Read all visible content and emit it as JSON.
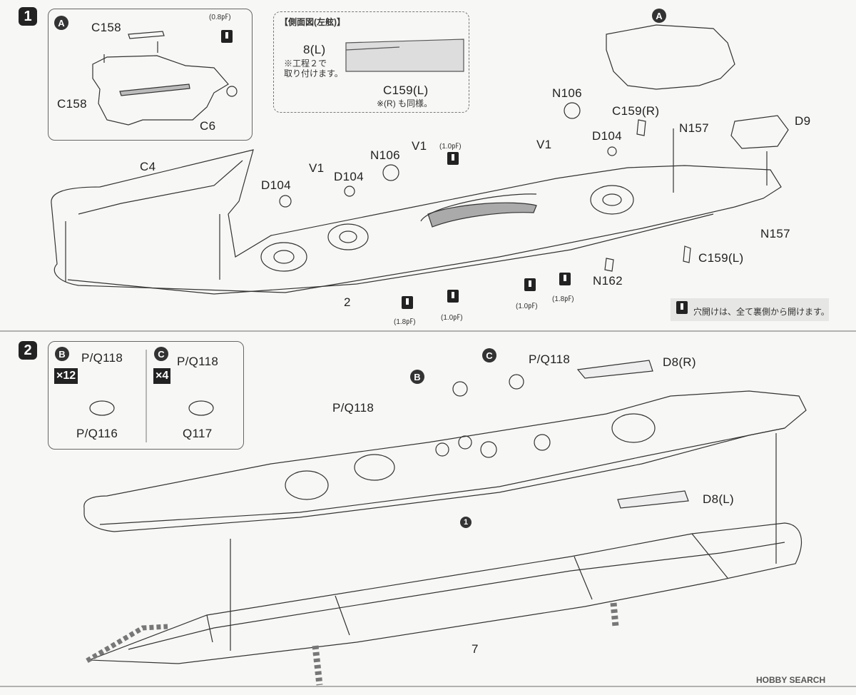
{
  "step1": {
    "number": "1",
    "subA": {
      "badge": "A",
      "c158_top": "C158",
      "c158_left": "C158",
      "c6": "C6",
      "drill_size": "(0.8㎊)"
    },
    "side_view": {
      "title": "【側面図(左舷)】",
      "part8": "8(L)",
      "note1": "※工程２で",
      "note2": "取り付けます。",
      "c159": "C159(L)",
      "note3": "※(R) も同様。"
    },
    "labels": {
      "c4": "C4",
      "d104_a": "D104",
      "v1_a": "V1",
      "d104_b": "D104",
      "n106_a": "N106",
      "v1_b": "V1",
      "n106_b": "N106",
      "v1_c": "V1",
      "d104_c": "D104",
      "c159r": "C159(R)",
      "n157_a": "N157",
      "d9": "D9",
      "n157_b": "N157",
      "c159l": "C159(L)",
      "n162": "N162",
      "a_badge": "A",
      "hull_num": "2",
      "size_10a": "(1.0㎊)",
      "size_18a": "(1.8㎊)",
      "size_10b": "(1.0㎊)",
      "size_10c": "(1.0㎊)",
      "size_18b": "(1.8㎊)"
    },
    "legend": "穴開けは、全て裏側から開けます。"
  },
  "step2": {
    "number": "2",
    "subB": {
      "badge": "B",
      "mult": "×12",
      "top": "P/Q118",
      "bottom": "P/Q116"
    },
    "subC": {
      "badge": "C",
      "mult": "×4",
      "top": "P/Q118",
      "bottom": "Q117"
    },
    "labels": {
      "b_badge": "B",
      "c_badge": "C",
      "pq118_a": "P/Q118",
      "pq118_b": "P/Q118",
      "d8r": "D8(R)",
      "d8l": "D8(L)",
      "ref1": "1",
      "hull_num": "7"
    }
  },
  "watermark": "HOBBY SEARCH"
}
